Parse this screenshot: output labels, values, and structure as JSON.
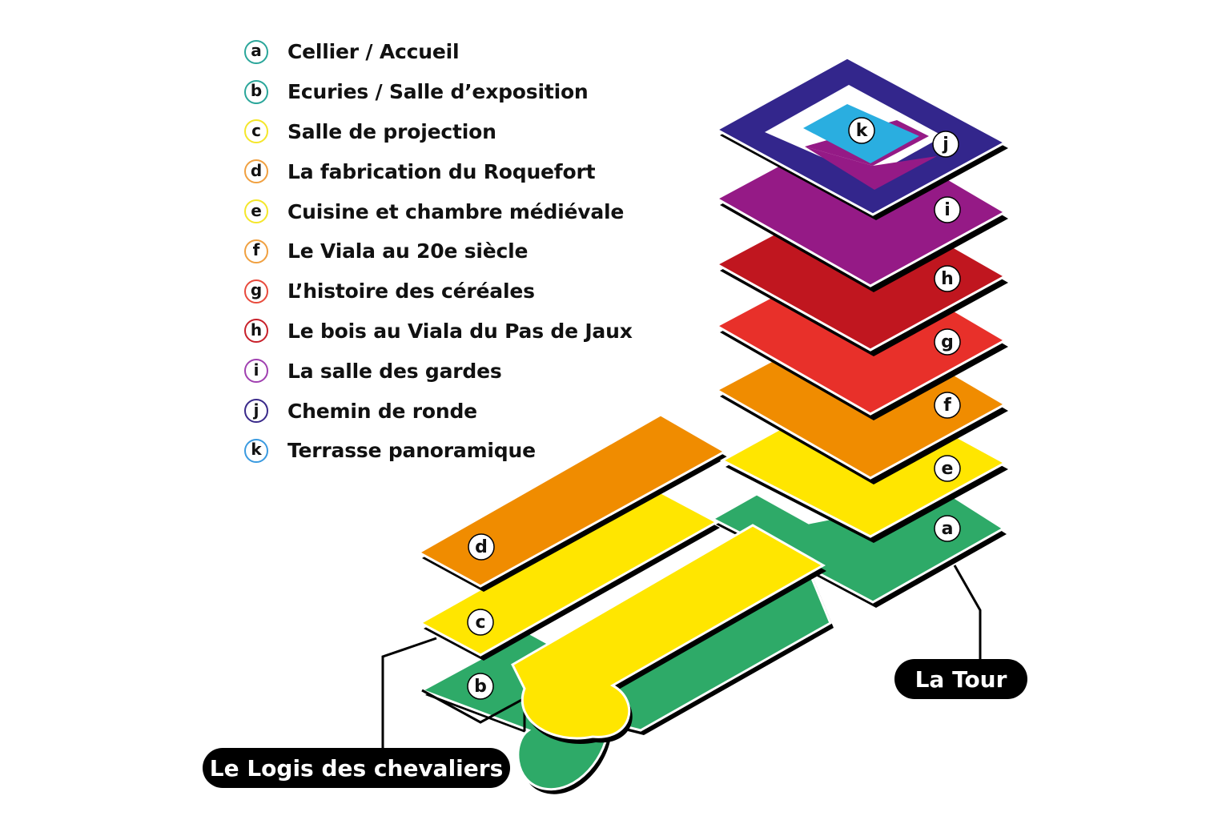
{
  "legend": {
    "items": [
      {
        "letter": "a",
        "label": "Cellier / Accueil",
        "ring_color": "#2aa69a",
        "fill_color": "#2eaa68"
      },
      {
        "letter": "b",
        "label": "Ecuries / Salle d’exposition",
        "ring_color": "#2aa69a",
        "fill_color": "#2eaa68"
      },
      {
        "letter": "c",
        "label": "Salle de projection",
        "ring_color": "#f5e62a",
        "fill_color": "#ffe600"
      },
      {
        "letter": "d",
        "label": "La fabrication du Roquefort",
        "ring_color": "#f0a040",
        "fill_color": "#f08c00"
      },
      {
        "letter": "e",
        "label": "Cuisine et chambre médiévale",
        "ring_color": "#f5e62a",
        "fill_color": "#ffe600"
      },
      {
        "letter": "f",
        "label": "Le Viala au 20e siècle",
        "ring_color": "#f0a040",
        "fill_color": "#f08c00"
      },
      {
        "letter": "g",
        "label": "L’histoire des céréales",
        "ring_color": "#e84a3c",
        "fill_color": "#e8302a"
      },
      {
        "letter": "h",
        "label": "Le bois au Viala du Pas de Jaux",
        "ring_color": "#c8202a",
        "fill_color": "#c0161f"
      },
      {
        "letter": "i",
        "label": "La salle des gardes",
        "ring_color": "#a040b0",
        "fill_color": "#951a86"
      },
      {
        "letter": "j",
        "label": "Chemin de ronde",
        "ring_color": "#3a2a8a",
        "fill_color": "#33268c"
      },
      {
        "letter": "k",
        "label": "Terrasse panoramique",
        "ring_color": "#3a9ae0",
        "fill_color": "#2aaee0"
      }
    ]
  },
  "diagram": {
    "tags": {
      "a": "a",
      "b": "b",
      "c": "c",
      "d": "d",
      "e": "e",
      "f": "f",
      "g": "g",
      "h": "h",
      "i": "i",
      "j": "j",
      "k": "k"
    },
    "callouts": {
      "logis": "Le Logis des chevaliers",
      "tour": "La Tour"
    }
  }
}
